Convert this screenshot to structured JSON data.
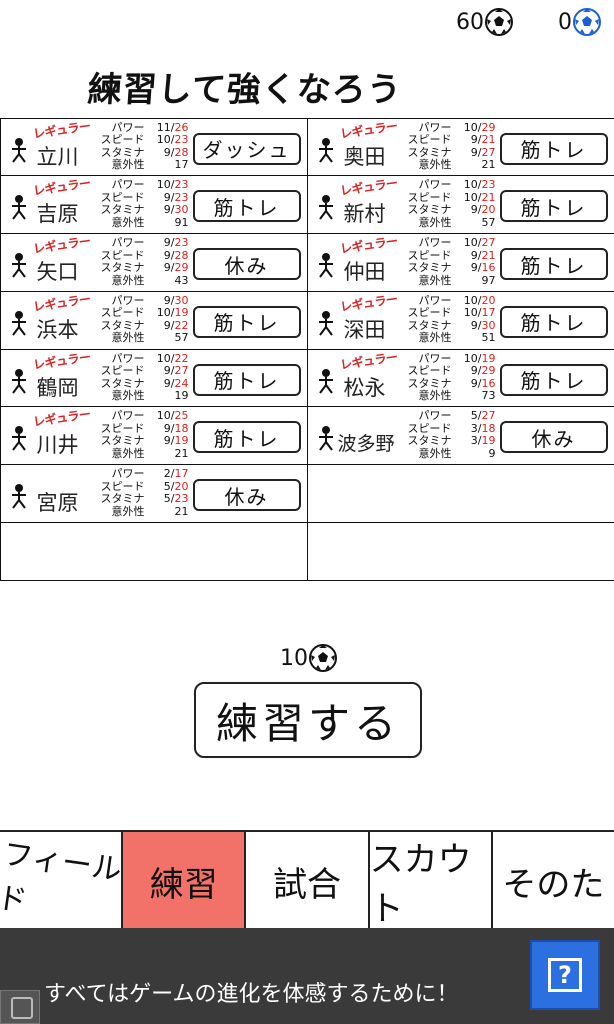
{
  "currency": {
    "black_balls": "60",
    "blue_balls": "0"
  },
  "title": "練習して強くなろう",
  "stat_labels": {
    "power": "パワー",
    "speed": "スピード",
    "stamina": "スタミナ",
    "surprise": "意外性"
  },
  "regular_tag": "レギュラー",
  "players": [
    {
      "name": "立川",
      "regular": true,
      "power": [
        "11/",
        "26"
      ],
      "speed": [
        "10/",
        "23"
      ],
      "stamina": [
        "9/",
        "28"
      ],
      "surprise": "17",
      "task": "ダッシュ"
    },
    {
      "name": "奥田",
      "regular": true,
      "power": [
        "10/",
        "29"
      ],
      "speed": [
        "9/",
        "21"
      ],
      "stamina": [
        "9/",
        "27"
      ],
      "surprise": "21",
      "task": "筋トレ"
    },
    {
      "name": "吉原",
      "regular": true,
      "power": [
        "10/",
        "23"
      ],
      "speed": [
        "9/",
        "23"
      ],
      "stamina": [
        "9/",
        "30"
      ],
      "surprise": "91",
      "task": "筋トレ"
    },
    {
      "name": "新村",
      "regular": true,
      "power": [
        "10/",
        "23"
      ],
      "speed": [
        "10/",
        "21"
      ],
      "stamina": [
        "9/",
        "20"
      ],
      "surprise": "57",
      "task": "筋トレ"
    },
    {
      "name": "矢口",
      "regular": true,
      "power": [
        "9/",
        "23"
      ],
      "speed": [
        "9/",
        "28"
      ],
      "stamina": [
        "9/",
        "29"
      ],
      "surprise": "43",
      "task": "休み"
    },
    {
      "name": "仲田",
      "regular": true,
      "power": [
        "10/",
        "27"
      ],
      "speed": [
        "9/",
        "21"
      ],
      "stamina": [
        "9/",
        "16"
      ],
      "surprise": "97",
      "task": "筋トレ"
    },
    {
      "name": "浜本",
      "regular": true,
      "power": [
        "9/",
        "30"
      ],
      "speed": [
        "10/",
        "19"
      ],
      "stamina": [
        "9/",
        "22"
      ],
      "surprise": "57",
      "task": "筋トレ"
    },
    {
      "name": "深田",
      "regular": true,
      "power": [
        "10/",
        "20"
      ],
      "speed": [
        "10/",
        "17"
      ],
      "stamina": [
        "9/",
        "30"
      ],
      "surprise": "51",
      "task": "筋トレ"
    },
    {
      "name": "鶴岡",
      "regular": true,
      "power": [
        "10/",
        "22"
      ],
      "speed": [
        "9/",
        "27"
      ],
      "stamina": [
        "9/",
        "24"
      ],
      "surprise": "19",
      "task": "筋トレ"
    },
    {
      "name": "松永",
      "regular": true,
      "power": [
        "10/",
        "19"
      ],
      "speed": [
        "9/",
        "29"
      ],
      "stamina": [
        "9/",
        "16"
      ],
      "surprise": "73",
      "task": "筋トレ"
    },
    {
      "name": "川井",
      "regular": true,
      "power": [
        "10/",
        "25"
      ],
      "speed": [
        "9/",
        "18"
      ],
      "stamina": [
        "9/",
        "19"
      ],
      "surprise": "21",
      "task": "筋トレ"
    },
    {
      "name": "波多野",
      "regular": false,
      "power": [
        "5/",
        "27"
      ],
      "speed": [
        "3/",
        "18"
      ],
      "stamina": [
        "3/",
        "19"
      ],
      "surprise": "9",
      "task": "休み"
    },
    {
      "name": "宮原",
      "regular": false,
      "power": [
        "2/",
        "17"
      ],
      "speed": [
        "5/",
        "20"
      ],
      "stamina": [
        "5/",
        "23"
      ],
      "surprise": "21",
      "task": "休み"
    }
  ],
  "practice": {
    "cost": "10",
    "button_label": "練習する"
  },
  "tabs": [
    "フィールド",
    "練習",
    "試合",
    "スカウト",
    "そのた"
  ],
  "active_tab": 1,
  "ad": {
    "text": "すべてはゲームの進化を体感するために！",
    "icon_glyph": "?"
  },
  "colors": {
    "accent_red": "#e02020",
    "active_tab": "#f2726a",
    "ad_blue": "#2b6fe0",
    "ad_bg": "#3a3a3a"
  }
}
